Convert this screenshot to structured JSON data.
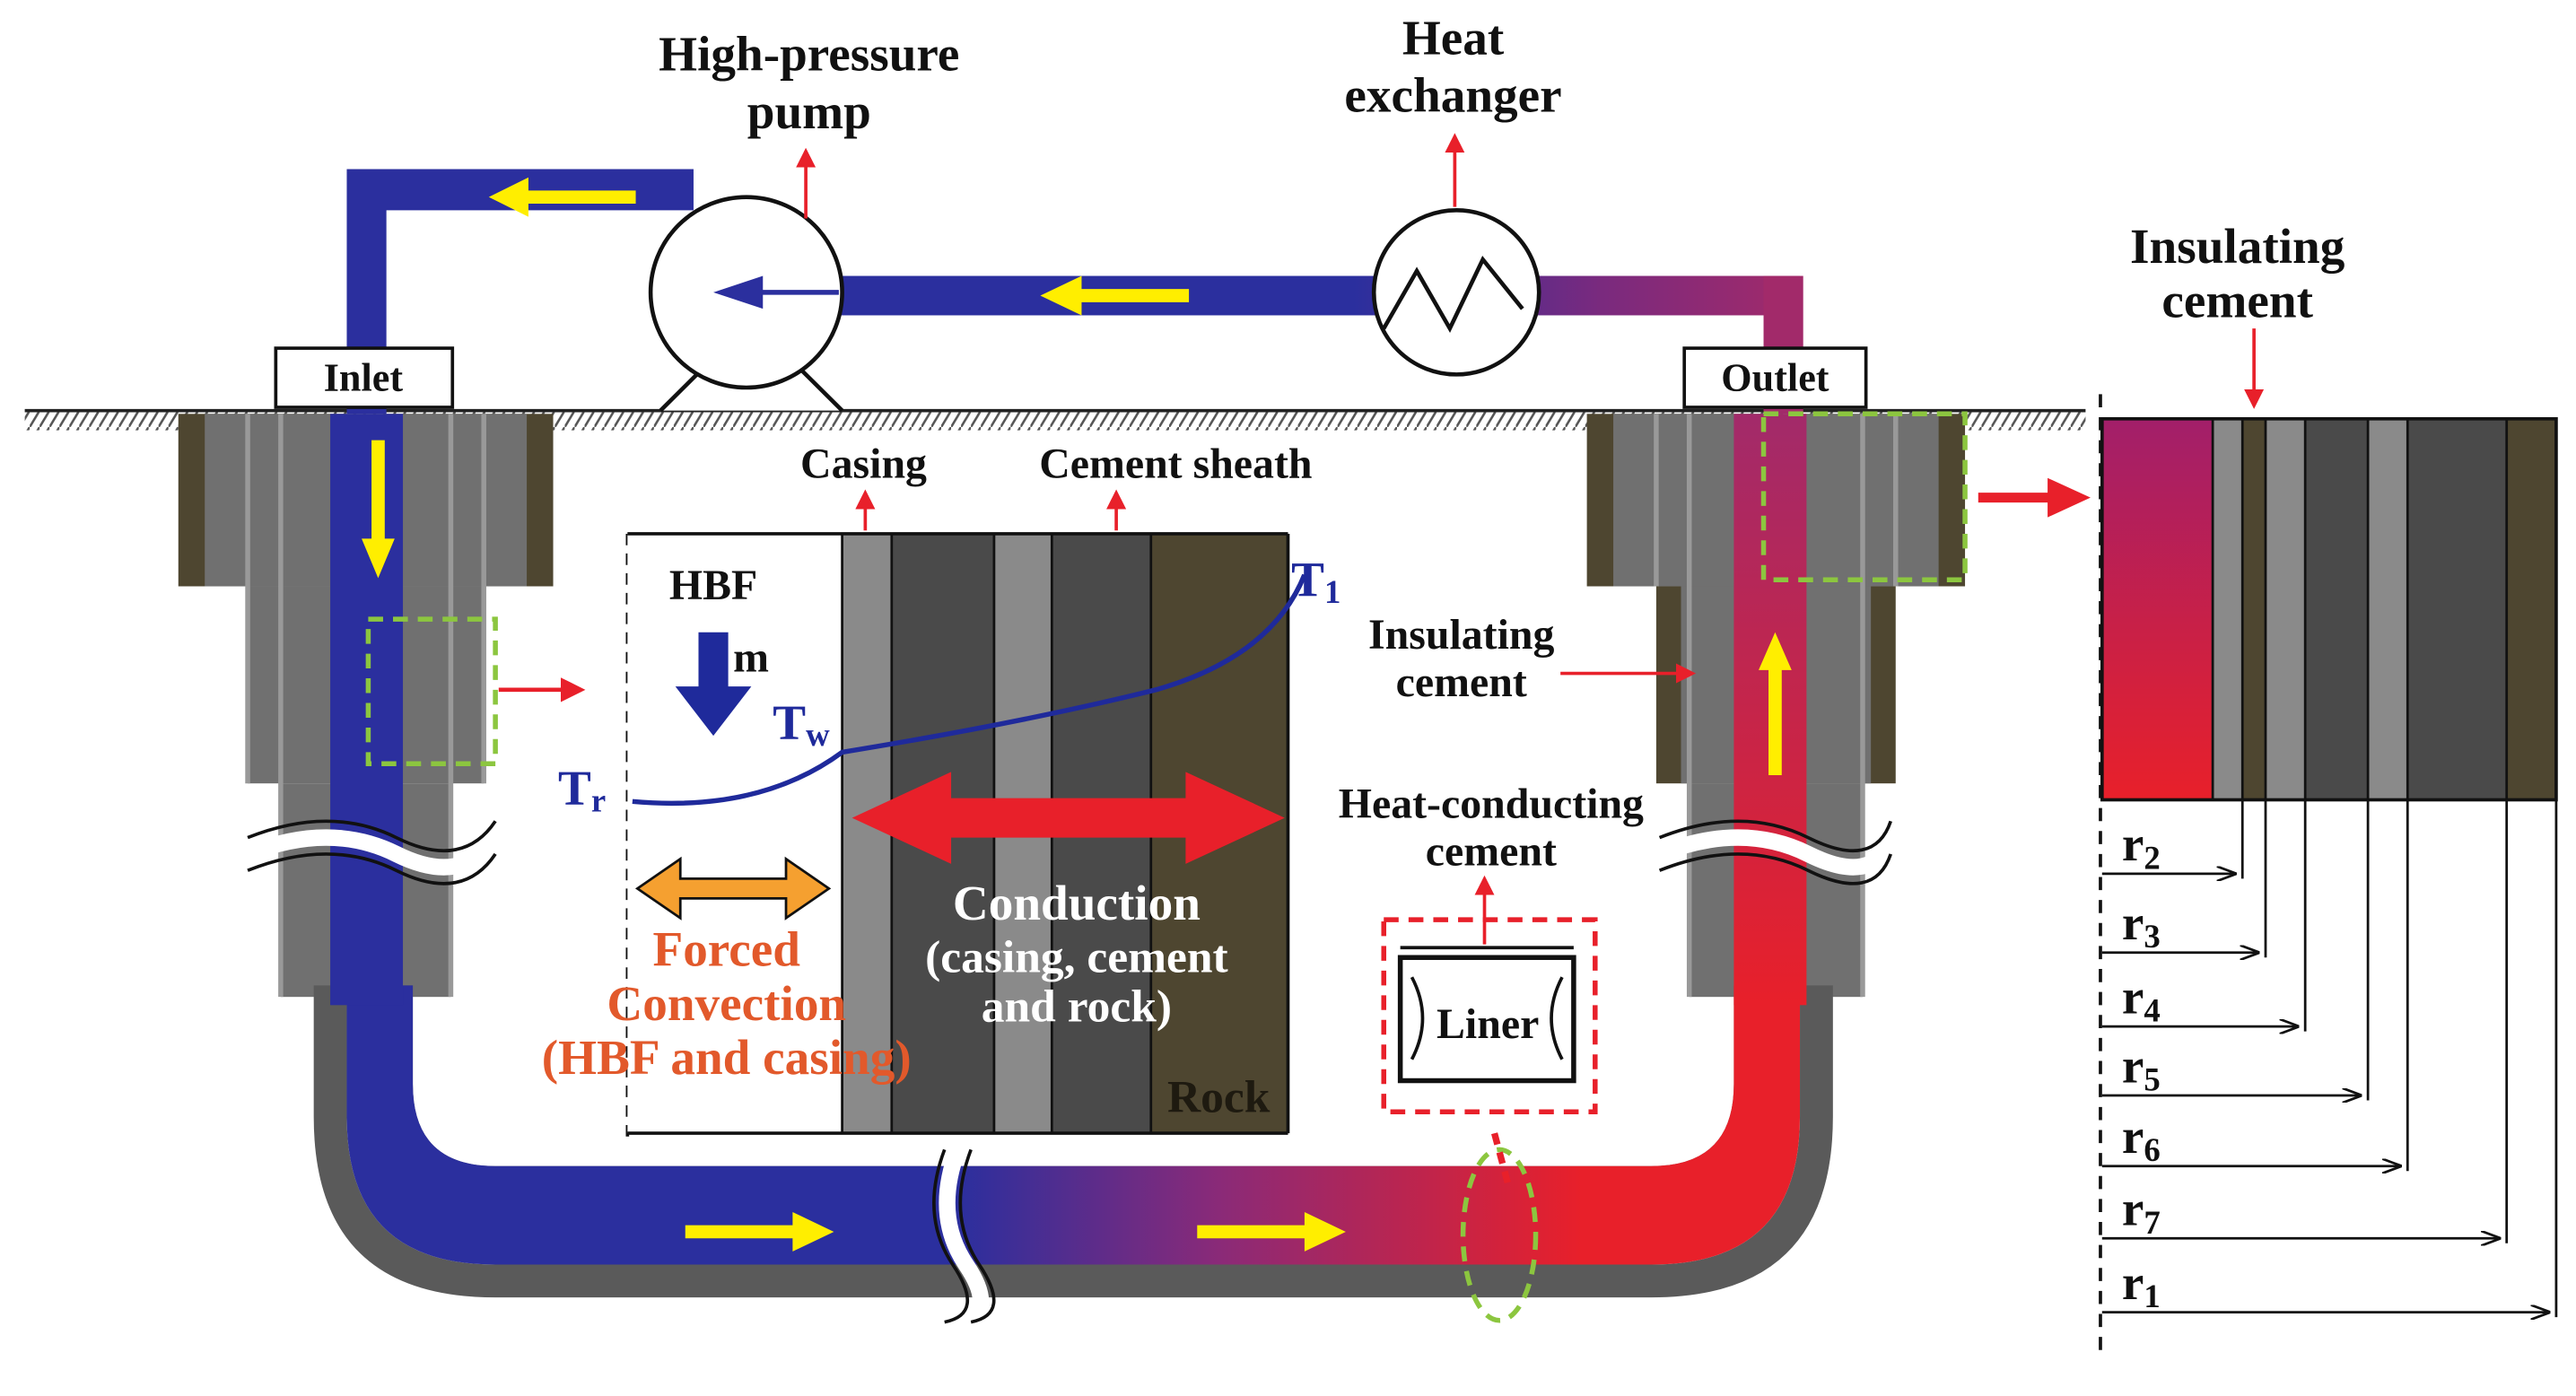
{
  "labels": {
    "high_pressure_pump_line1": "High-pressure",
    "high_pressure_pump_line2": "pump",
    "heat_exchanger_line1": "Heat",
    "heat_exchanger_line2": "exchanger",
    "inlet": "Inlet",
    "outlet": "Outlet",
    "casing": "Casing",
    "cement_sheath": "Cement sheath",
    "hbf": "HBF",
    "mass_flow": "m",
    "t1": "T",
    "t1_sub": "1",
    "tw": "T",
    "tw_sub": "w",
    "tr": "T",
    "tr_sub": "r",
    "insulating_cement_mid_line1": "Insulating",
    "insulating_cement_mid_line2": "cement",
    "heat_conducting_line1": "Heat-conducting",
    "heat_conducting_line2": "cement",
    "conduction_line1": "Conduction",
    "conduction_line2": "(casing, cement",
    "conduction_line3": "and rock)",
    "forced_line1": "Forced",
    "forced_line2": "Convection",
    "forced_line3": "(HBF and casing)",
    "rock": "Rock",
    "liner": "Liner",
    "insulating_cement_right_line1": "Insulating",
    "insulating_cement_right_line2": "cement"
  },
  "radii": [
    {
      "base": "r",
      "sub": "2"
    },
    {
      "base": "r",
      "sub": "3"
    },
    {
      "base": "r",
      "sub": "4"
    },
    {
      "base": "r",
      "sub": "5"
    },
    {
      "base": "r",
      "sub": "6"
    },
    {
      "base": "r",
      "sub": "7"
    },
    {
      "base": "r",
      "sub": "1"
    }
  ],
  "colors": {
    "cold_fluid": "#2b2f9e",
    "hot_fluid": "#e8202a",
    "flow_arrow": "#ffee00",
    "heat_arrow": "#e8202a",
    "forced_arrow": "#f5a030",
    "rock": "#4e4630",
    "casing_light": "#8a8a8a",
    "cement_dark": "#4a4a4a",
    "highlight_box": "#8cc63f"
  }
}
